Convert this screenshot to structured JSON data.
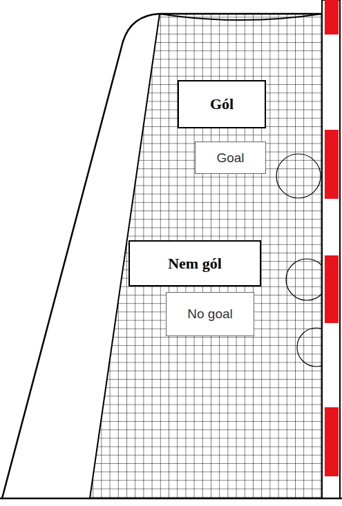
{
  "diagram": {
    "nodes": [
      {
        "text": [
          "Gól"
        ]
      },
      {
        "text": [
          "Goal"
        ]
      },
      {
        "text": [
          "Nem gól"
        ]
      },
      {
        "text": [
          "No goal"
        ]
      }
    ]
  }
}
